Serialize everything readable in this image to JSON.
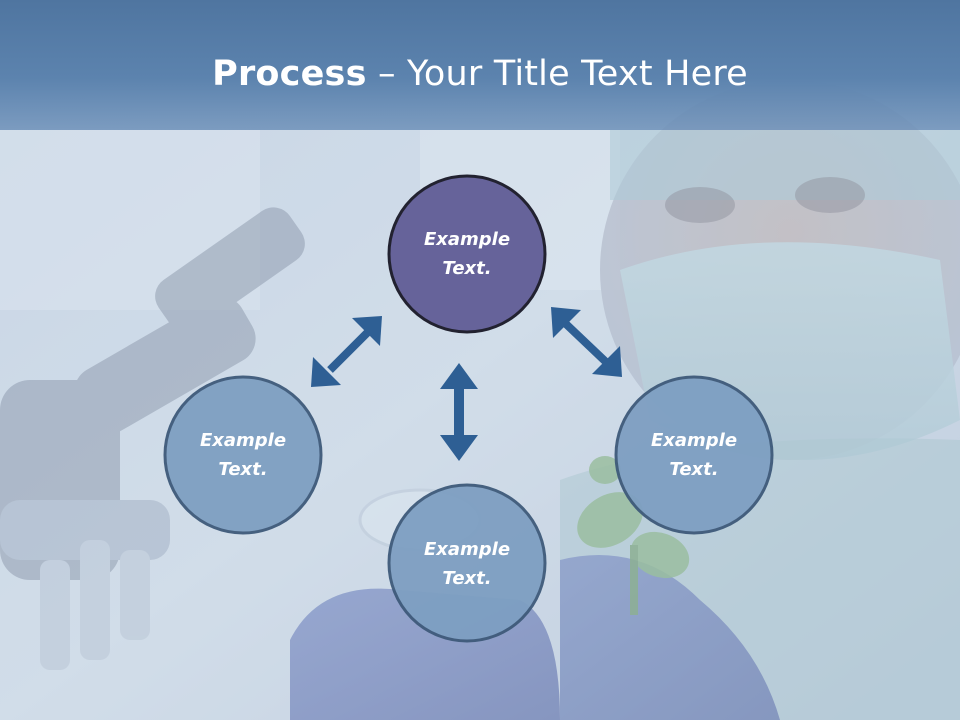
{
  "slide": {
    "title_bold": "Process",
    "title_rest": " – Your Title Text Here"
  },
  "diagram": {
    "nodes": [
      {
        "id": "top",
        "label_line1": "Example",
        "label_line2": "Text.",
        "fill": "#66639a",
        "stroke": "#2a2a3a"
      },
      {
        "id": "left",
        "label_line1": "Example",
        "label_line2": "Text.",
        "fill": "#7e9fc2",
        "stroke": "#3e5a7a"
      },
      {
        "id": "right",
        "label_line1": "Example",
        "label_line2": "Text.",
        "fill": "#7e9fc2",
        "stroke": "#3e5a7a"
      },
      {
        "id": "bottom",
        "label_line1": "Example",
        "label_line2": "Text.",
        "fill": "#7e9fc2",
        "stroke": "#3e5a7a"
      }
    ],
    "arrow_color": "#2e5f94"
  },
  "background": {
    "description_colors": {
      "sky": "#c9d6e4",
      "glove": "#4d62b5",
      "plant": "#7fb07a"
    }
  }
}
